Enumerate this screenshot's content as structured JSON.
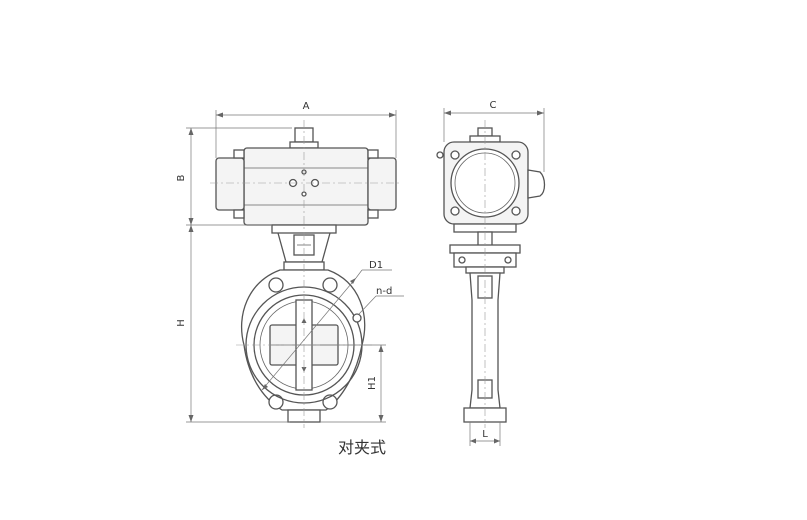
{
  "labels": {
    "A": "A",
    "B": "B",
    "C": "C",
    "H": "H",
    "H1": "H1",
    "D1": "D1",
    "nd": "n-d",
    "L": "L"
  },
  "caption": "对夹式"
}
